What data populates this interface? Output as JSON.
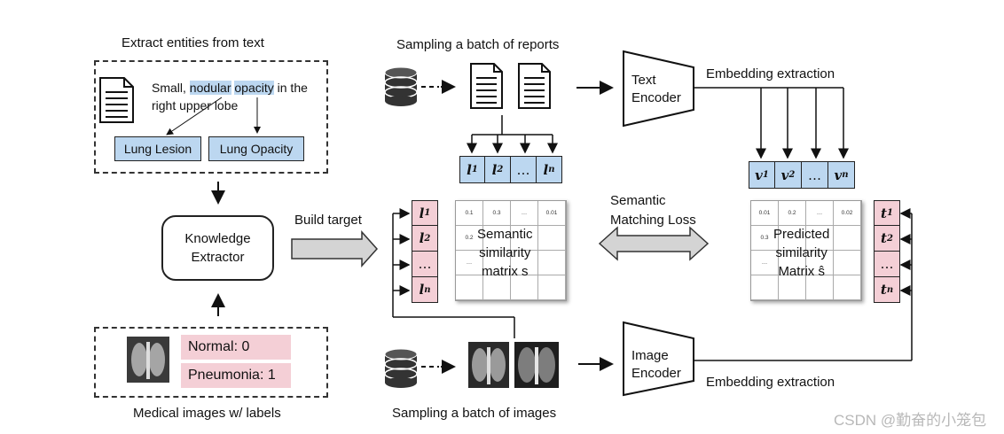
{
  "left": {
    "extract_title": "Extract entities from text",
    "sentence_pre": "Small, ",
    "word_nodular": "nodular",
    "word_opacity": "opacity",
    "sentence_post": " in the",
    "sentence_line2": "right upper lobe",
    "entity_1": "Lung Lesion",
    "entity_2": "Lung Opacity",
    "extractor_line1": "Knowledge",
    "extractor_line2": "Extractor",
    "label_1": "Normal: 0",
    "label_2": "Pneumonia: 1",
    "images_caption": "Medical images w/ labels"
  },
  "middle": {
    "reports_caption": "Sampling a batch of reports",
    "images_caption": "Sampling a batch of images",
    "build_target": "Build target",
    "l_vector": [
      "l",
      "l",
      "…",
      "l"
    ],
    "l_subs": [
      "1",
      "2",
      "",
      "n"
    ],
    "s_matrix_row1": [
      "0.1",
      "0.3",
      "…",
      "0.01"
    ],
    "s_matrix_row2_first": "0.2",
    "s_matrix_row3_first": "…",
    "s_title_1": "Semantic",
    "s_title_2": "similarity",
    "s_title_3": "matrix s"
  },
  "right": {
    "text_encoder_1": "Text",
    "text_encoder_2": "Encoder",
    "image_encoder_1": "Image",
    "image_encoder_2": "Encoder",
    "embedding_top": "Embedding extraction",
    "embedding_bottom": "Embedding extraction",
    "matching_loss_1": "Semantic",
    "matching_loss_2": "Matching Loss",
    "v_vector": [
      "v",
      "v",
      "…",
      "v"
    ],
    "v_subs": [
      "1",
      "2",
      "",
      "n"
    ],
    "t_vector": [
      "t",
      "t",
      "…",
      "t"
    ],
    "t_subs": [
      "1",
      "2",
      "",
      "n"
    ],
    "p_matrix_row1": [
      "0.01",
      "0.2",
      "…",
      "0.02"
    ],
    "p_matrix_row2_first": "0.3",
    "p_matrix_row3_first": "…",
    "p_title_1": "Predicted",
    "p_title_2": "similarity",
    "p_title_3": "Matrix ŝ"
  },
  "watermark": "CSDN @勤奋的小笼包",
  "colors": {
    "blue": "#bcd7f0",
    "pink": "#f4cfd6"
  },
  "icons": [
    "document-icon",
    "database-icon",
    "xray-image-icon"
  ]
}
